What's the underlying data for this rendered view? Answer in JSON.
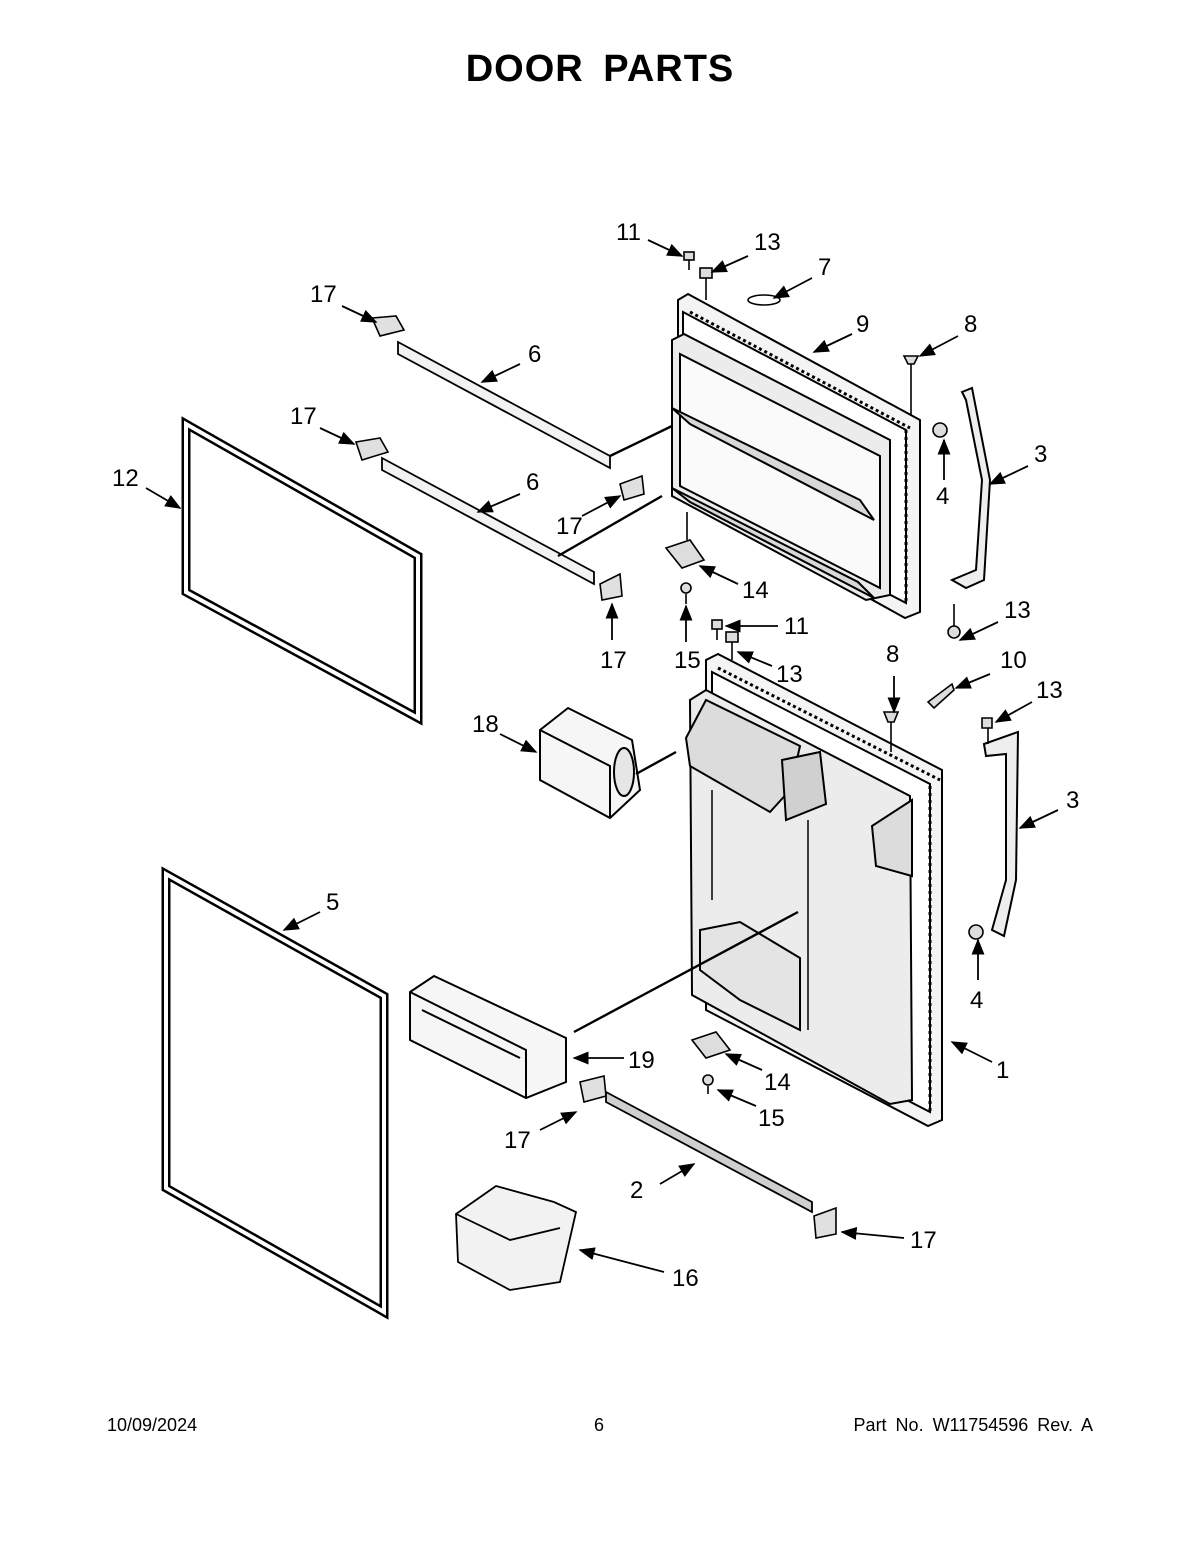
{
  "page": {
    "title": "DOOR PARTS"
  },
  "callouts": [
    "11",
    "13",
    "7",
    "17",
    "9",
    "8",
    "6",
    "3",
    "12",
    "4",
    "17",
    "6",
    "17",
    "14",
    "13",
    "17",
    "15",
    "11",
    "13",
    "8",
    "10",
    "13",
    "18",
    "3",
    "5",
    "4",
    "1",
    "19",
    "14",
    "15",
    "17",
    "2",
    "17",
    "16"
  ],
  "footer": {
    "date": "10/09/2024",
    "page_number": "6",
    "part_number": "Part No.  W11754596  Rev.  A"
  }
}
